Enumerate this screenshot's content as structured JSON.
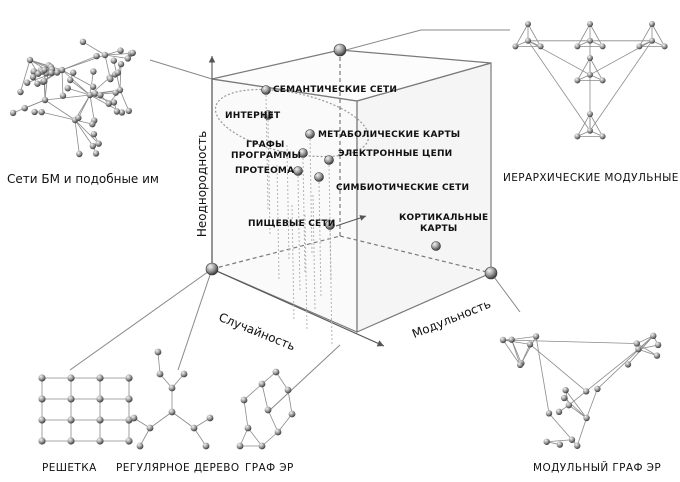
{
  "corner_labels": {
    "bm_networks": "Сети БМ и подобные им",
    "hierarchical_modular": "ИЕРАРХИЧЕСКИЕ МОДУЛЬНЫЕ",
    "lattice": "РЕШЕТКА",
    "regular_tree": "РЕГУЛЯРНОЕ ДЕРЕВО",
    "er_graph": "ГРАФ ЭР",
    "modular_er_graph": "МОДУЛЬНЫЙ ГРАФ ЭР"
  },
  "axes": {
    "heterogeneity": "Неоднородность",
    "randomness": "Случайность",
    "modularity": "Модульность"
  },
  "network_points": {
    "semantic": "СЕМАНТИЧЕСКИЕ СЕТИ",
    "internet": "ИНТЕРНЕТ",
    "metabolic": "МЕТАБОЛИЧЕСКИЕ КАРТЫ",
    "graphs": "ГРАФЫ",
    "programs": "ПРОГРАММЫ",
    "electronic": "ЭЛЕКТРОННЫЕ ЦЕПИ",
    "proteome": "ПРОТЕОМА",
    "symbiotic": "СИМБИОТИЧЕСКИЕ СЕТИ",
    "food_webs": "ПИЩЕВЫЕ СЕТИ",
    "cortical_1": "КОРТИКАЛЬНЫЕ",
    "cortical_2": "КАРТЫ"
  },
  "colors": {
    "ink": "#111111",
    "line": "#777777",
    "node": "#9a9a9a"
  }
}
